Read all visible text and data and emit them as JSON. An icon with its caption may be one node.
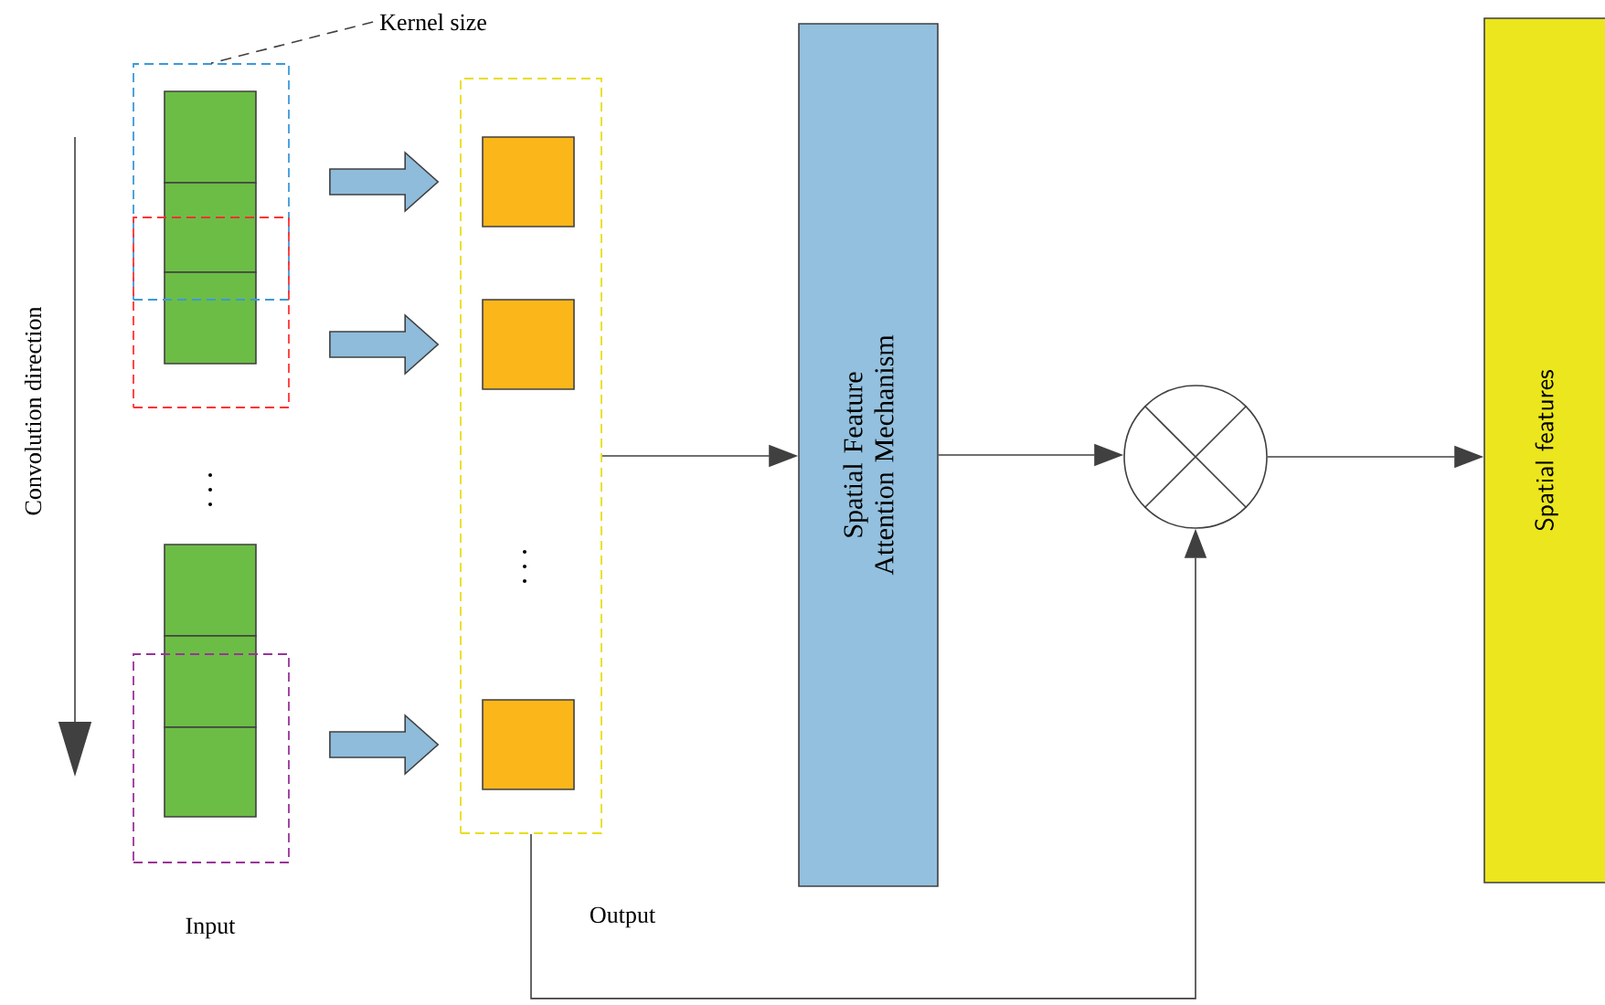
{
  "diagram": {
    "nodes": [
      {
        "text": [
          "Kernel size"
        ]
      },
      {
        "text": [],
        "shape": "box"
      },
      {
        "text": [],
        "shape": "box"
      },
      {
        "text": [],
        "shape": "box"
      },
      {
        "text": [],
        "shape": "box",
        "beside": [
          "Output"
        ]
      },
      {
        "text": [],
        "shape": "box",
        "in": 4
      },
      {
        "text": [],
        "shape": "box",
        "in": 4
      },
      {
        "text": [],
        "shape": "box",
        "in": 4
      },
      {
        "text": [
          "Spatial Feature Attention Mechanism"
        ]
      },
      {
        "text": [],
        "shape": "circle"
      },
      {
        "text": [
          "Spatial features"
        ]
      }
    ],
    "edges": [
      {
        "from": 0,
        "to": 1,
        "arrow": "none",
        "style": "dashed"
      },
      {
        "from": 1,
        "to": 5,
        "arrow": "to",
        "style": "thick",
        "color": "#8fbcdb"
      },
      {
        "from": 2,
        "to": 6,
        "arrow": "to",
        "style": "thick",
        "color": "#8fbcdb"
      },
      {
        "from": 3,
        "to": 7,
        "arrow": "to",
        "style": "thick",
        "color": "#8fbcdb"
      },
      {
        "from": 4,
        "to": 8,
        "arrow": "to"
      },
      {
        "from": 8,
        "to": 9,
        "arrow": "to"
      },
      {
        "from": 9,
        "to": 10,
        "arrow": "to"
      },
      {
        "from": 4,
        "to": 9,
        "arrow": "to"
      }
    ],
    "labels": [
      "Input",
      "Convolution direction"
    ]
  }
}
